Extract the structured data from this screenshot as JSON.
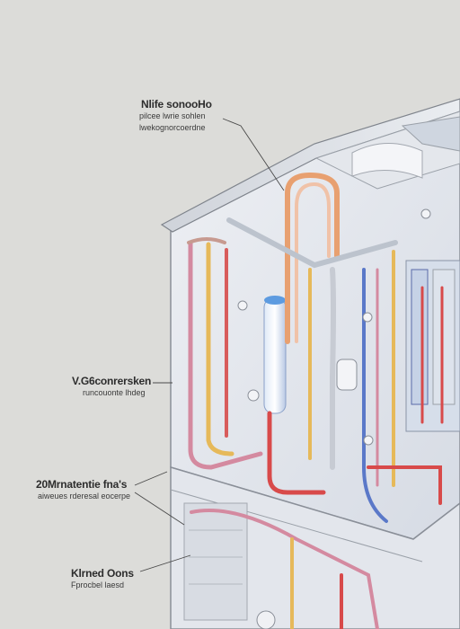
{
  "labels": {
    "top": {
      "title": "Nlife sonooHo",
      "line1": "pilcee lwrie sohlen",
      "line2": "lwekognorcoerdne"
    },
    "mid": {
      "title": "V.G6conrersken",
      "line1": "runcouonte lhdeg"
    },
    "low": {
      "title": "20Mrnatentie fna's",
      "line1": "aiweues rderesal eocerpe"
    },
    "bottom": {
      "title": "Klrned Oons",
      "line1": "Fprocbel laesd"
    }
  },
  "colors": {
    "background": "#dcdcd9",
    "housing": "#e8ebf0",
    "pipe_hot": "#e8a070",
    "pipe_warm": "#e6b95a",
    "pipe_cool": "#5a78c8",
    "pipe_red": "#d84a4a"
  }
}
